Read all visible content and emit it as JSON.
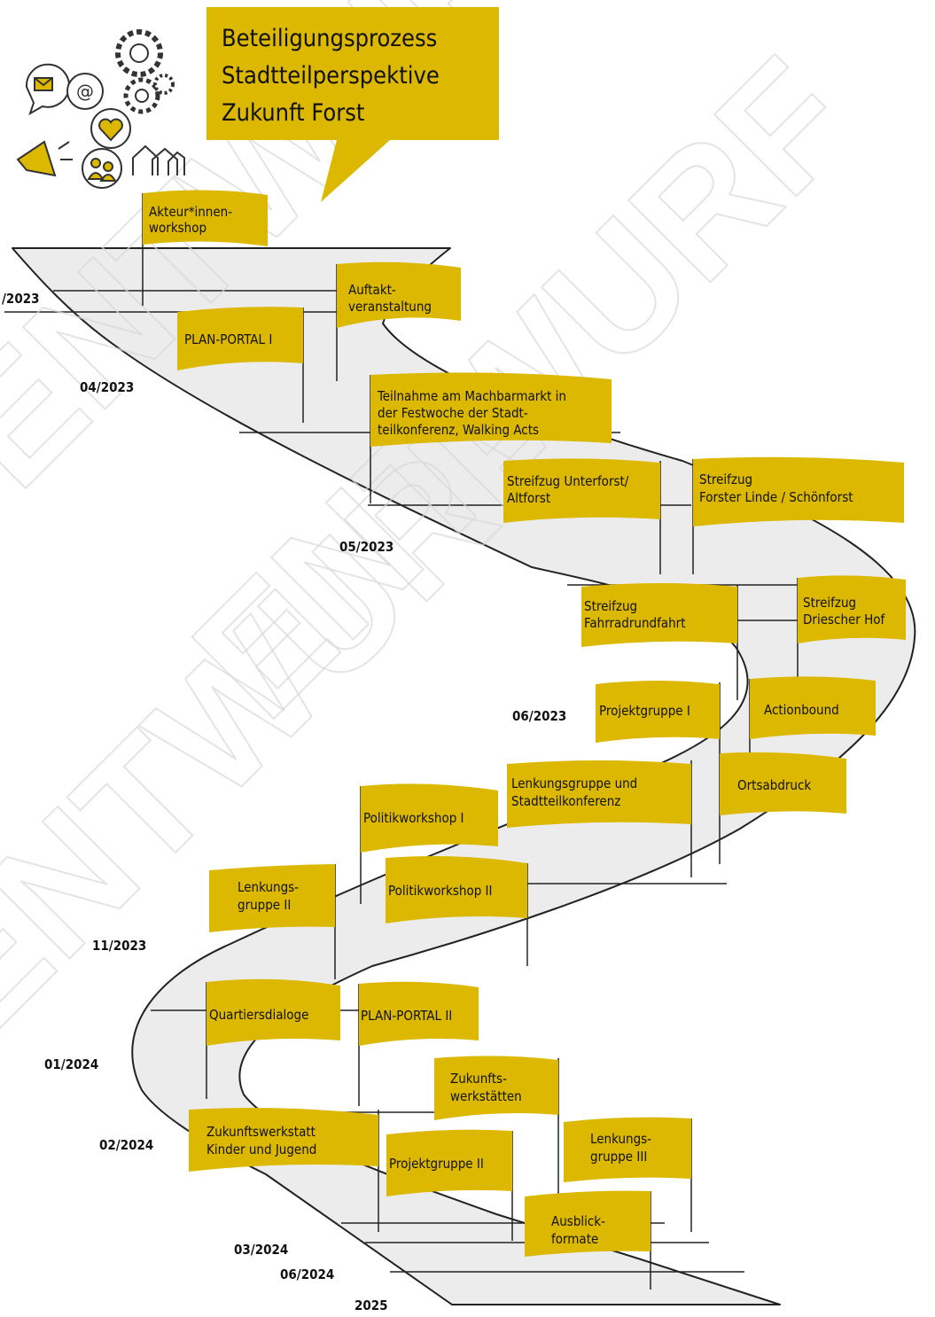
{
  "title": {
    "lines": [
      "Beteiligungsprozess",
      "Stadtteilperspektive",
      "Zukunft Forst"
    ]
  },
  "watermark": [
    "ENTWURF",
    "ENTWURF",
    "ENTWURF"
  ],
  "colors": {
    "flag": "#dcb800",
    "road": "#ececec",
    "stroke": "#222222"
  },
  "icons": [
    "mail-icon",
    "at-icon",
    "gear-icon",
    "heart-icon",
    "megaphone-icon",
    "people-icon",
    "houses-icon"
  ],
  "dates": [
    "/2023",
    "04/2023",
    "05/2023",
    "06/2023",
    "11/2023",
    "01/2024",
    "02/2024",
    "03/2024",
    "06/2024",
    "2025"
  ],
  "flags": [
    {
      "id": "akteur",
      "lines": [
        "Akteur*innen-",
        "workshop"
      ]
    },
    {
      "id": "auftakt",
      "lines": [
        "Auftakt-",
        "veranstaltung"
      ]
    },
    {
      "id": "planportal1",
      "lines": [
        "PLAN-PORTAL I"
      ]
    },
    {
      "id": "teilnahme",
      "lines": [
        "Teilnahme am Machbarmarkt in",
        "der Festwoche der Stadt-",
        "teilkonferenz, Walking Acts"
      ]
    },
    {
      "id": "streifzug-unterforst",
      "lines": [
        "Streifzug Unterforst/",
        "Altforst"
      ]
    },
    {
      "id": "streifzug-forster",
      "lines": [
        "Streifzug",
        "Forster Linde / Schönforst"
      ]
    },
    {
      "id": "streifzug-fahrrad",
      "lines": [
        "Streifzug",
        "Fahrradrundfahrt"
      ]
    },
    {
      "id": "streifzug-driescher",
      "lines": [
        "Streifzug",
        "Driescher Hof"
      ]
    },
    {
      "id": "projektgruppe1",
      "lines": [
        "Projektgruppe I"
      ]
    },
    {
      "id": "actionbound",
      "lines": [
        "Actionbound"
      ]
    },
    {
      "id": "lenkung-stadtteil",
      "lines": [
        "Lenkungsgruppe und",
        "Stadtteilkonferenz"
      ]
    },
    {
      "id": "ortsabdruck",
      "lines": [
        "Ortsabdruck"
      ]
    },
    {
      "id": "politik1",
      "lines": [
        "Politikworkshop I"
      ]
    },
    {
      "id": "politik2",
      "lines": [
        "Politikworkshop II"
      ]
    },
    {
      "id": "lenkung2",
      "lines": [
        "Lenkungs-",
        "gruppe II"
      ]
    },
    {
      "id": "quartiersdialoge",
      "lines": [
        "Quartiersdialoge"
      ]
    },
    {
      "id": "planportal2",
      "lines": [
        "PLAN-PORTAL II"
      ]
    },
    {
      "id": "zukunftswerkstaetten",
      "lines": [
        "Zukunfts-",
        "werkstätten"
      ]
    },
    {
      "id": "zukunft-kinder",
      "lines": [
        "Zukunftswerkstatt",
        "Kinder und Jugend"
      ]
    },
    {
      "id": "lenkung3",
      "lines": [
        "Lenkungs-",
        "gruppe III"
      ]
    },
    {
      "id": "projektgruppe2",
      "lines": [
        "Projektgruppe II"
      ]
    },
    {
      "id": "ausblick",
      "lines": [
        "Ausblick-",
        "formate"
      ]
    }
  ]
}
